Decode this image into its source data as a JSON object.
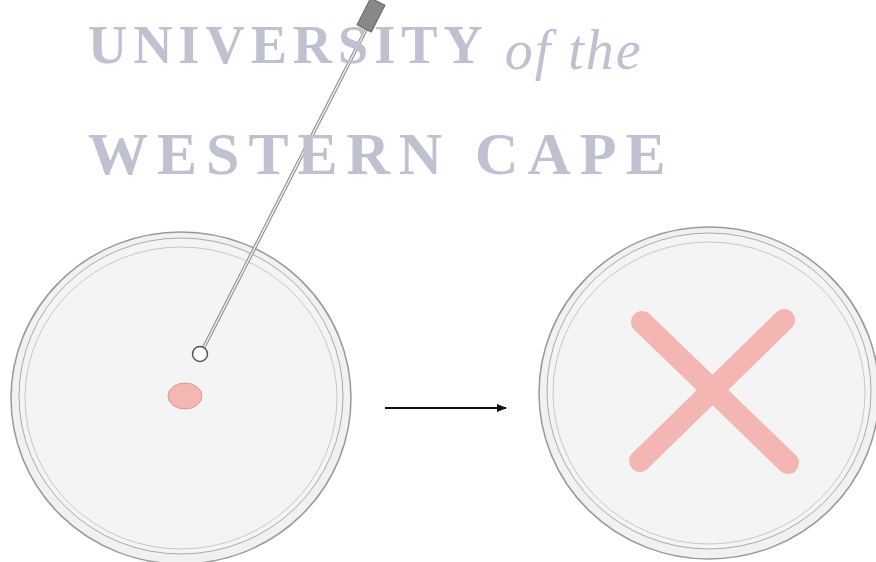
{
  "diagram": {
    "labels": [
      "UNIVERSITY",
      "of the",
      "WESTERN CAPE"
    ]
  }
}
